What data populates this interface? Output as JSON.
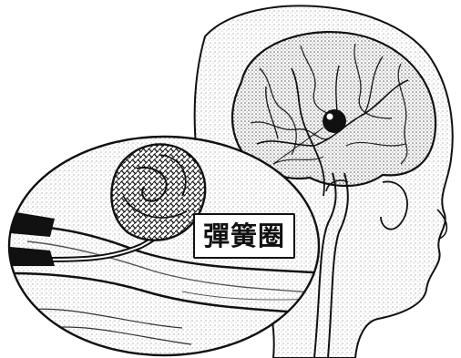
{
  "labels": {
    "coil": "彈簧圈"
  },
  "colors": {
    "ink": "#111111",
    "paper": "#ffffff",
    "shade": "#cfcfcf"
  },
  "icons": {
    "head": "head-profile-illustration",
    "brain": "brain-illustration",
    "aneurysm": "aneurysm-bulge-illustration",
    "coil": "coil-mesh-illustration"
  }
}
